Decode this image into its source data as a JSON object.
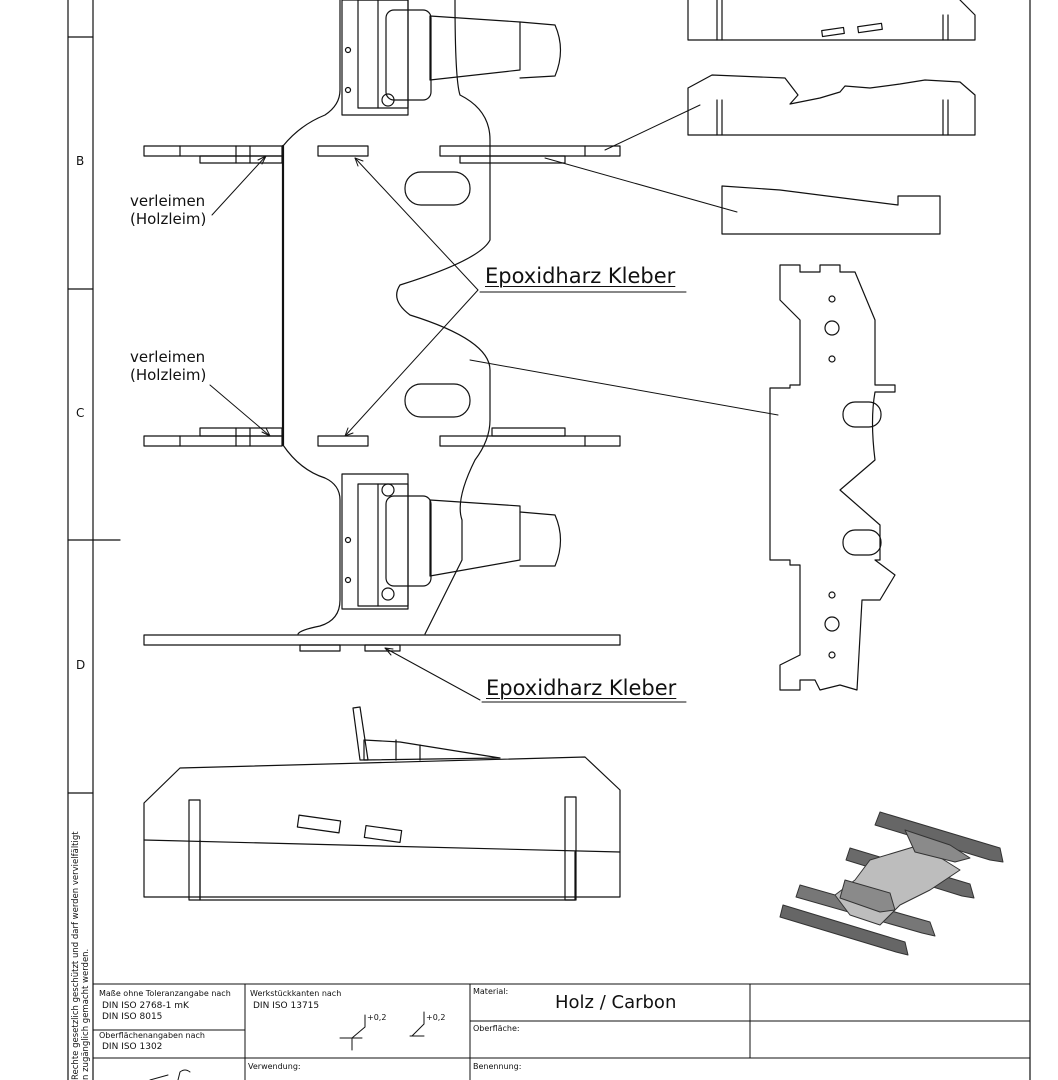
{
  "border": {
    "zones": [
      "B",
      "C",
      "D"
    ],
    "copyright_lines": [
      "Rechte gesetzlich geschützt und darf  werden  vervielfältigt",
      "n zugänglich gemacht werden."
    ]
  },
  "callouts": {
    "glue_wood_1": [
      "verleimen",
      "(Holzleim)"
    ],
    "glue_wood_2": [
      "verleimen",
      "(Holzleim)"
    ],
    "epoxy_1": "Epoxidharz Kleber",
    "epoxy_2": "Epoxidharz Kleber"
  },
  "title_block": {
    "tolerance_heading": "Maße ohne Toleranzangabe nach",
    "tolerance_std_1": "DIN ISO 2768-1 mK",
    "tolerance_std_2": "DIN ISO 8015",
    "surface_heading": "Oberflächenangaben nach",
    "surface_std": "DIN ISO 1302",
    "edges_heading": "Werkstückkanten nach",
    "edges_std": "DIN ISO 13715",
    "edge_sym_1": "+0,2",
    "edge_sym_2": "+0,2",
    "material_label": "Material:",
    "material_value": "Holz / Carbon",
    "surface_label": "Oberfläche:",
    "usage_label": "Verwendung:",
    "name_label": "Benennung:"
  }
}
